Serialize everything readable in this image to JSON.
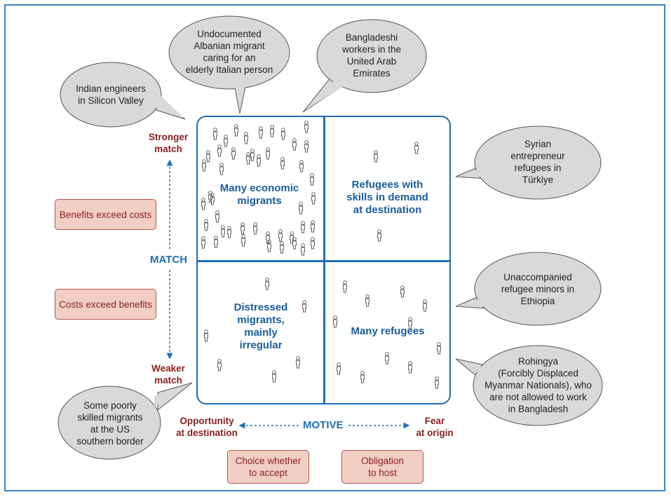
{
  "quadrants": {
    "top_left": "Many economic\nmigrants",
    "top_right": "Refugees with\nskills in demand\nat destination",
    "bottom_left": "Distressed\nmigrants,\nmainly\nirregular",
    "bottom_right": "Many refugees"
  },
  "axes": {
    "match_label": "MATCH",
    "motive_label": "MOTIVE",
    "stronger": "Stronger\nmatch",
    "weaker": "Weaker\nmatch",
    "opportunity": "Opportunity\nat destination",
    "fear": "Fear\nat origin"
  },
  "boxes": {
    "benefits": "Benefits exceed costs",
    "costs": "Costs exceed benefits",
    "choice": "Choice whether\nto accept",
    "obligation": "Obligation\nto host"
  },
  "bubbles": {
    "indian": "Indian engineers\nin Silicon Valley",
    "albanian": "Undocumented\nAlbanian migrant\ncaring for an\nelderly Italian person",
    "bangladeshi": "Bangladeshi\nworkers in the\nUnited Arab\nEmirates",
    "syrian": "Syrian\nentrepreneur\nrefugees in\nTürkiye",
    "minors": "Unaccompanied\nrefugee minors in\nEthiopia",
    "rohingya": "Rohingya\n(Forcibly Displaced\nMyanmar Nationals), who\nare not allowed to work\nin Bangladesh",
    "poorly": "Some poorly\nskilled migrants\nat the US\nsouthern border"
  },
  "colors": {
    "primary_blue": "#1f6fb5",
    "dark_red": "#8b1e1e",
    "pink_fill": "#f2cec4",
    "bubble_fill": "#d9d9d9"
  },
  "icons": {
    "person": "person-icon"
  }
}
